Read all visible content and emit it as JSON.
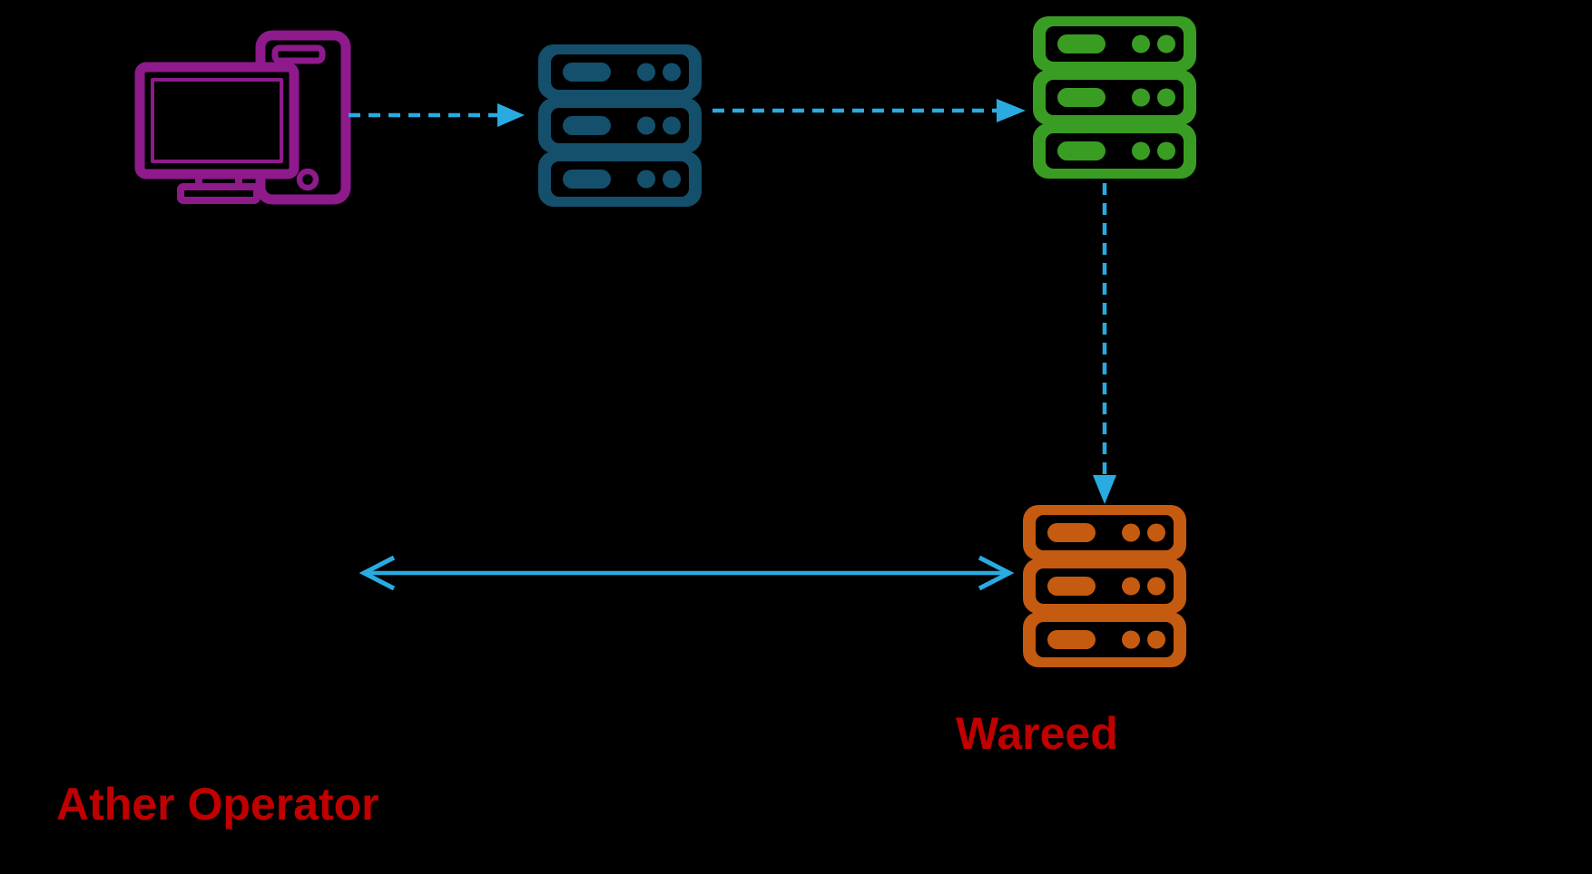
{
  "diagram": {
    "labels": {
      "wareed": "Wareed",
      "operator": "Ather Operator"
    },
    "colors": {
      "background": "#000000",
      "workstation_purple": "#8E1A8B",
      "server_blue": "#14506C",
      "server_green": "#3A9D23",
      "server_orange": "#C55A11",
      "arrow_blue": "#29ABE2",
      "label_red": "#C00000",
      "operator_icon_black": "#000000"
    },
    "nodes": [
      {
        "id": "workstation",
        "icon": "desktop-computer-icon",
        "color": "#8E1A8B",
        "label": ""
      },
      {
        "id": "server-blue",
        "icon": "server-stack-icon",
        "color": "#14506C",
        "label": ""
      },
      {
        "id": "server-green",
        "icon": "server-stack-icon",
        "color": "#3A9D23",
        "label": ""
      },
      {
        "id": "server-wareed",
        "icon": "server-stack-icon",
        "color": "#C55A11",
        "label": "Wareed"
      },
      {
        "id": "operator",
        "icon": "headset-icon",
        "color": "#000000",
        "label": "Ather Operator"
      }
    ],
    "connections": [
      {
        "from": "workstation",
        "to": "server-blue",
        "style": "dashed",
        "direction": "one-way"
      },
      {
        "from": "server-blue",
        "to": "server-green",
        "style": "dashed",
        "direction": "one-way"
      },
      {
        "from": "server-green",
        "to": "server-wareed",
        "style": "dashed",
        "direction": "one-way"
      },
      {
        "from": "operator",
        "to": "server-wareed",
        "style": "solid",
        "direction": "two-way"
      }
    ]
  }
}
